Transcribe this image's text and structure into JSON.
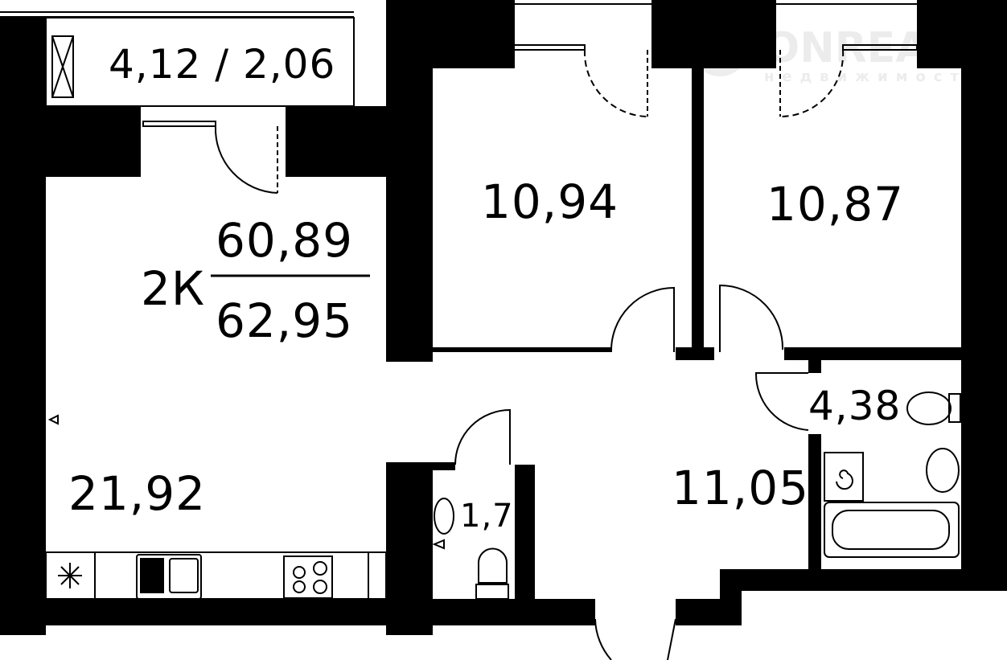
{
  "plan": {
    "type_label": "2К",
    "living_area": "60,89",
    "total_area": "62,95",
    "rooms": {
      "balcony": "4,12 / 2,06",
      "bedroom_1": "10,94",
      "bedroom_2": "10,87",
      "living_kitchen": "21,92",
      "hall": "11,05",
      "bathroom": "4,38",
      "wc": "1,73"
    }
  },
  "watermark": {
    "brand": "ONREALT",
    "subtitle": "недвижимость"
  },
  "colors": {
    "wall": "#000000",
    "background": "#ffffff"
  }
}
